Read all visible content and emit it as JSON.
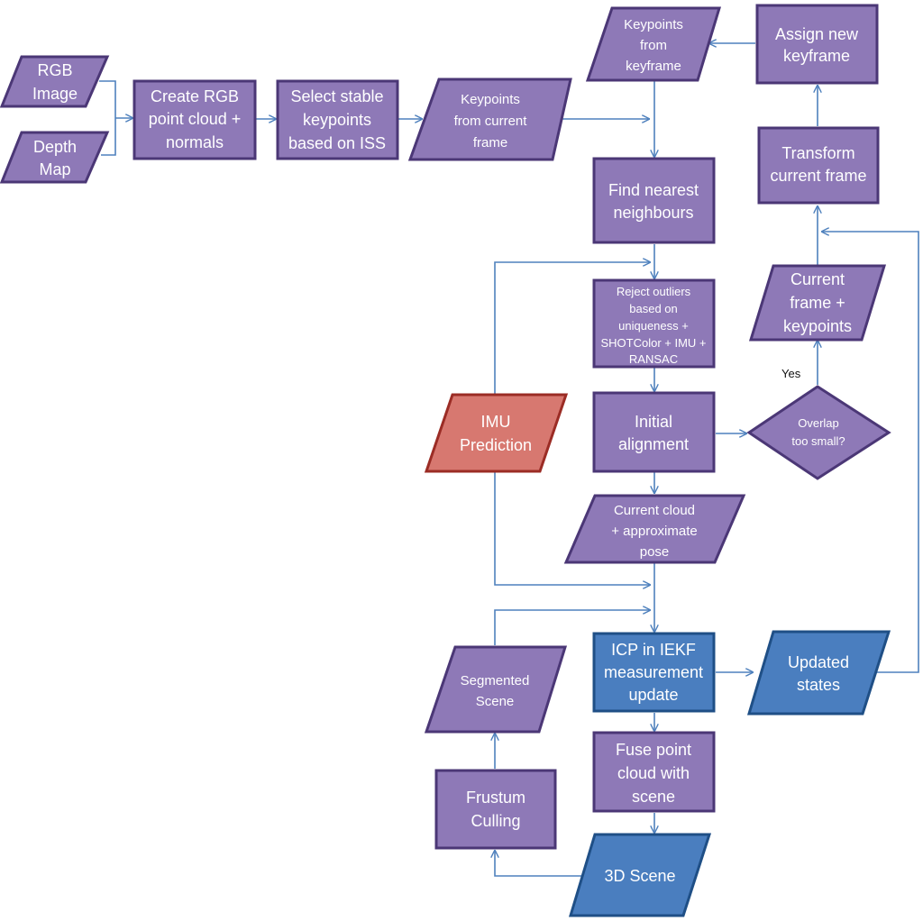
{
  "colors": {
    "purple_fill": "#8e79b7",
    "purple_stroke": "#4b3776",
    "red_fill": "#d77870",
    "red_stroke": "#9b2c25",
    "blue_fill": "#4a7ebf",
    "blue_stroke": "#1f4f86",
    "connector": "#4f81bd"
  },
  "nodes": {
    "rgb_image": [
      "RGB",
      "Image"
    ],
    "depth_map": [
      "Depth",
      "Map"
    ],
    "create_cloud": [
      "Create RGB",
      "point cloud +",
      "normals"
    ],
    "select_keypoints": [
      "Select stable",
      "keypoints",
      "based on ISS"
    ],
    "keypoints_current": [
      "Keypoints",
      "from current",
      "frame"
    ],
    "keypoints_keyframe": [
      "Keypoints",
      "from",
      "keyframe"
    ],
    "assign_keyframe": [
      "Assign new",
      "keyframe"
    ],
    "transform_frame": [
      "Transform",
      "current frame"
    ],
    "find_neighbours": [
      "Find nearest",
      "neighbours"
    ],
    "reject_outliers": [
      "Reject outliers",
      "based on",
      "uniqueness +",
      "SHOTColor + IMU +",
      "RANSAC"
    ],
    "current_frame_keypoints": [
      "Current",
      "frame +",
      "keypoints"
    ],
    "overlap": [
      "Overlap",
      "too small?"
    ],
    "imu_prediction": [
      "IMU",
      "Prediction"
    ],
    "initial_alignment": [
      "Initial",
      "alignment"
    ],
    "current_cloud": [
      "Current cloud",
      "+ approximate",
      "pose"
    ],
    "segmented_scene": [
      "Segmented",
      "Scene"
    ],
    "icp_iekf": [
      "ICP in IEKF",
      "measurement",
      "update"
    ],
    "updated_states": [
      "Updated",
      "states"
    ],
    "fuse_cloud": [
      "Fuse point",
      "cloud with",
      "scene"
    ],
    "frustum_culling": [
      "Frustum",
      "Culling"
    ],
    "scene_3d": [
      "3D Scene"
    ]
  },
  "edge_labels": {
    "yes": "Yes"
  }
}
